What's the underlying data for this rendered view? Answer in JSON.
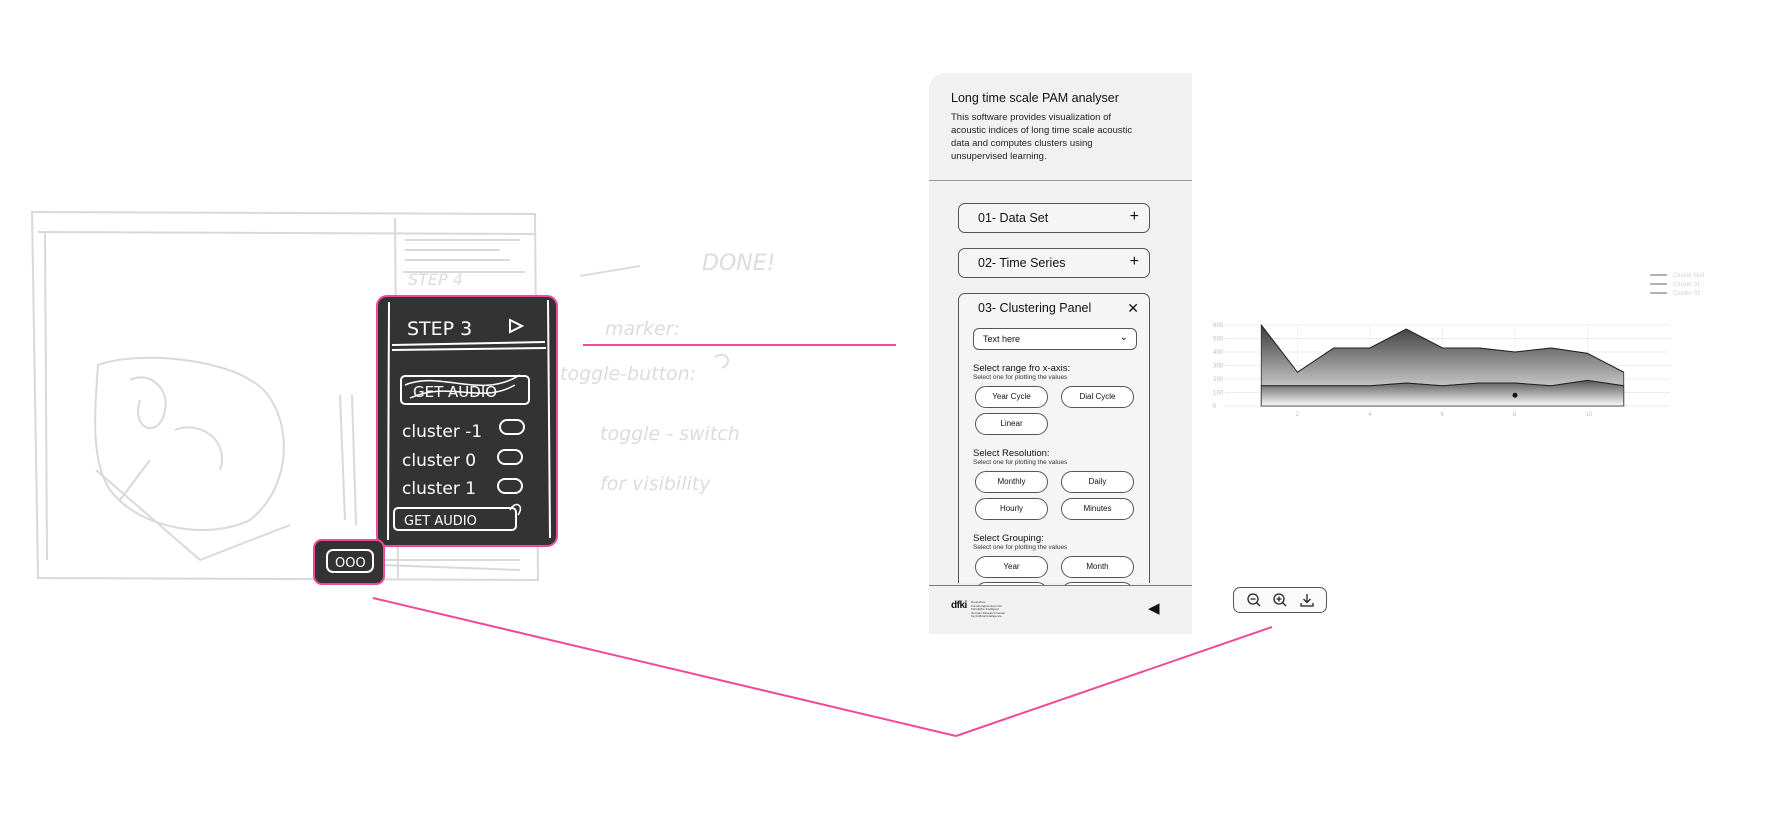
{
  "sketch": {
    "step_label": "STEP 3",
    "get_audio_top": "GET AUDIO",
    "clusters": [
      "cluster -1",
      "cluster 0",
      "cluster 1"
    ],
    "get_audio_bottom": "GET AUDIO",
    "menu_button": "OOO",
    "bg_step": "STEP 4",
    "notes": [
      "DONE!",
      "marker:",
      "toggle-button:",
      "toggle - switch",
      "for visibility"
    ]
  },
  "panel": {
    "title": "Long time scale PAM analyser",
    "description": "This software provides visualization of acoustic indices of long time scale acoustic data and computes clusters using unsupervised learning.",
    "accordions": [
      {
        "label": "01- Data Set",
        "icon": "plus-icon"
      },
      {
        "label": "02- Time Series",
        "icon": "plus-icon"
      },
      {
        "label": "03- Clustering Panel",
        "icon": "close-icon"
      }
    ],
    "dropdown_text": "Text here",
    "sections": [
      {
        "title": "Select range fro x-axis:",
        "subtitle": "Select one for plotting the values",
        "options": [
          "Year Cycle",
          "Dial Cycle",
          "Linear"
        ]
      },
      {
        "title": "Select Resolution:",
        "subtitle": "Select one for plotting the values",
        "options": [
          "Monthly",
          "Daily",
          "Hourly",
          "Minutes"
        ]
      },
      {
        "title": "Select Grouping:",
        "subtitle": "Select one for plotting the values",
        "options": [
          "Year",
          "Month"
        ]
      }
    ],
    "footer": {
      "logo": "dfki",
      "logo_subtext": "Deutsches Forschungszentrum für Künstliche Intelligenz German Research Center for Artificial Intelligence",
      "collapse_icon": "triangle-left-icon"
    }
  },
  "chart_data": {
    "type": "area",
    "x": [
      1,
      2,
      3,
      4,
      5,
      6,
      7,
      8,
      9,
      10,
      11
    ],
    "xticks": [
      "2",
      "4",
      "6",
      "8",
      "10"
    ],
    "yticks": [
      "0",
      "100",
      "200",
      "300",
      "400",
      "500",
      "600"
    ],
    "ylim": [
      0,
      600
    ],
    "series": [
      {
        "name": "Cluster Null",
        "values": [
          600,
          250,
          430,
          430,
          570,
          430,
          430,
          400,
          430,
          390,
          250
        ]
      },
      {
        "name": "Cluster 01",
        "values": [
          150,
          150,
          150,
          150,
          170,
          150,
          170,
          170,
          150,
          190,
          150
        ]
      },
      {
        "name": "Cluster 02",
        "values": []
      }
    ],
    "point": {
      "x": 8,
      "y": 80
    },
    "legend_position": "top-right",
    "grid": true
  },
  "toolbar": {
    "buttons": [
      "zoom-out-icon",
      "zoom-in-icon",
      "download-icon"
    ]
  },
  "colors": {
    "accent": "#f0489a",
    "panel_bg": "#f1f1f1",
    "sketch_dark": "#333333"
  }
}
